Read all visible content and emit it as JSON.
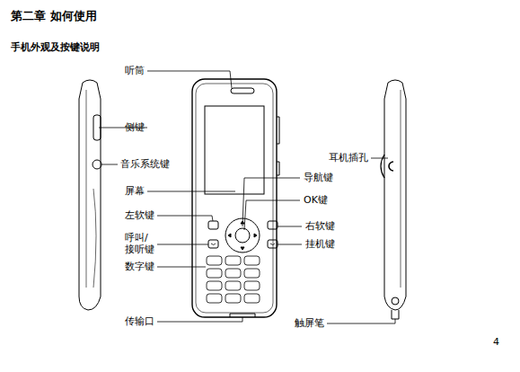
{
  "diagram": {
    "title": "第二章 如何使用",
    "labels": [
      "手机外观及按键说明",
      "听筒",
      "侧键",
      "音乐系统键",
      "屏幕",
      "导航键",
      "OK键",
      "左软键",
      "右软键",
      "呼叫/ 接听键",
      "挂机键",
      "数字键",
      "传输口",
      "耳机插孔",
      "触屏笔",
      "4"
    ]
  }
}
